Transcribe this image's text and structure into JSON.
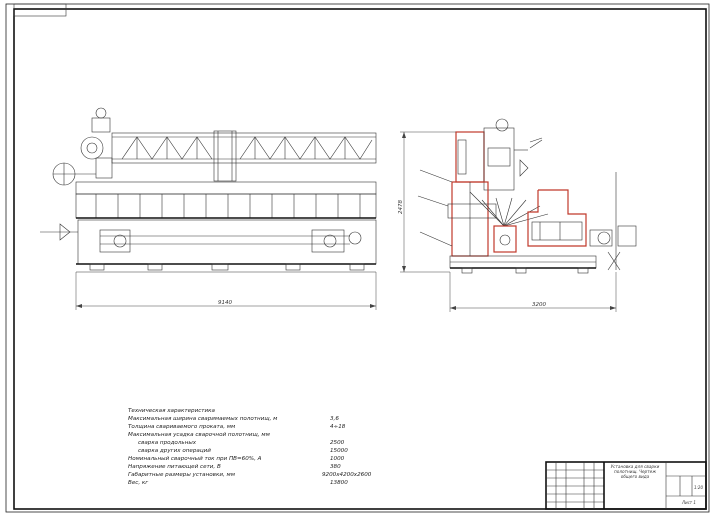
{
  "drawing": {
    "dimensions": {
      "front_length": "9140",
      "side_width": "3200",
      "side_height": "2478"
    },
    "specs": {
      "title": "Техническая характеристика",
      "rows": [
        {
          "label": "Максимальная ширина сваримаемых полотнищ, м",
          "value": "3,6"
        },
        {
          "label": "Толщина свариваемого проката, мм",
          "value": "4÷18"
        },
        {
          "label": "Максимальная усадка сварочной полотнищ, мм",
          "value": ""
        },
        {
          "label": "сварка продольных",
          "value": "2500"
        },
        {
          "label": "сварка других операций",
          "value": "15000"
        },
        {
          "label": "Номинальный сварочный ток при ПВ=60%, А",
          "value": "1000"
        },
        {
          "label": "Напряжение питающей сети, В",
          "value": "380"
        },
        {
          "label": "Габаритные размеры установки, мм",
          "value": "9200x4200x2600"
        },
        {
          "label": "Вес, кг",
          "value": "13800"
        }
      ]
    },
    "title_block": {
      "name": "Установка для сварки полотнищ. Чертеж общего вида",
      "scale": "1:20",
      "sheet": "Лист 1"
    }
  }
}
